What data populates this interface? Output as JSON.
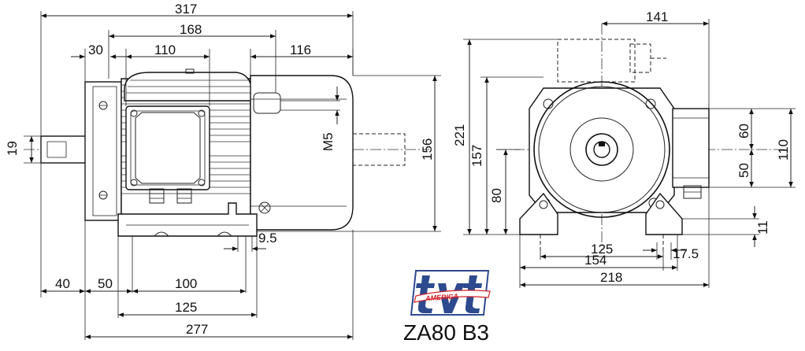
{
  "side_view": {
    "dims": {
      "overall_length": "317",
      "top_span": "168",
      "flange": "30",
      "terminal_box": "110",
      "rear": "116",
      "shaft_dia": "19",
      "height": "156",
      "thread": "M5",
      "foot_slot": "9.5",
      "shaft_len": "40",
      "c_dim": "50",
      "b_dim": "100",
      "foot_len": "125",
      "body_len": "277"
    }
  },
  "end_view": {
    "dims": {
      "box_offset": "141",
      "total_height": "221",
      "housing_height": "157",
      "shaft_height": "80",
      "box_upper": "60",
      "box_lower": "50",
      "box_height": "110",
      "foot_thickness": "11",
      "a_dim": "125",
      "foot_hole": "17.5",
      "foot_width": "154",
      "base_width": "218"
    }
  },
  "logo": {
    "letters": "tvt",
    "word": "AMERICA"
  },
  "model": "ZA80 B3",
  "colors": {
    "logo_blue": "#2e4a8f",
    "logo_red": "#d2232a",
    "line": "#111111"
  }
}
